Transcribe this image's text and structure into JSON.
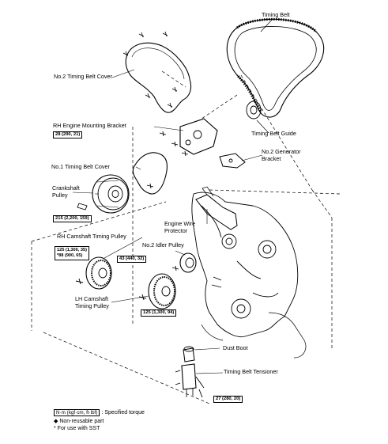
{
  "labels": {
    "timing_belt": "Timing Belt",
    "no2_cover": "No.2 Timing Belt Cover",
    "belt_guide": "Timing Belt Guide",
    "rh_bracket": "RH Engine Mounting Bracket",
    "no2_gen_bracket": "No.2 Generator\nBracket",
    "no1_cover": "No.1 Timing Belt Cover",
    "crank_pulley": "Crankshaft\nPulley",
    "wire_protector": "Engine Wire\nProtector",
    "rh_cam": "RH Camshaft Timing Pulley",
    "idler": "No.2 Idler Pulley",
    "lh_cam": "LH Camshaft\nTiming Pulley",
    "dust_boot": "Dust Boot",
    "tensioner": "Timing Belt Tensioner"
  },
  "torques": {
    "bracket": "28 (290, 21)",
    "crank": "215 (2,200, 159)",
    "cam_a": "125 (1,300, 35)",
    "cam_b": "*88 (900, 65)",
    "idler": "43 (440, 32)",
    "lh_cam": "125 (1,300, 94)",
    "tensioner": "27 (280, 20)"
  },
  "legend": {
    "unit_box": "N·m (kgf·cm, ft·lbf)",
    "unit_desc": ": Specified torque",
    "non_reusable_symbol": "◆",
    "non_reusable": "Non-reusable part",
    "sst": "* For use with SST"
  }
}
